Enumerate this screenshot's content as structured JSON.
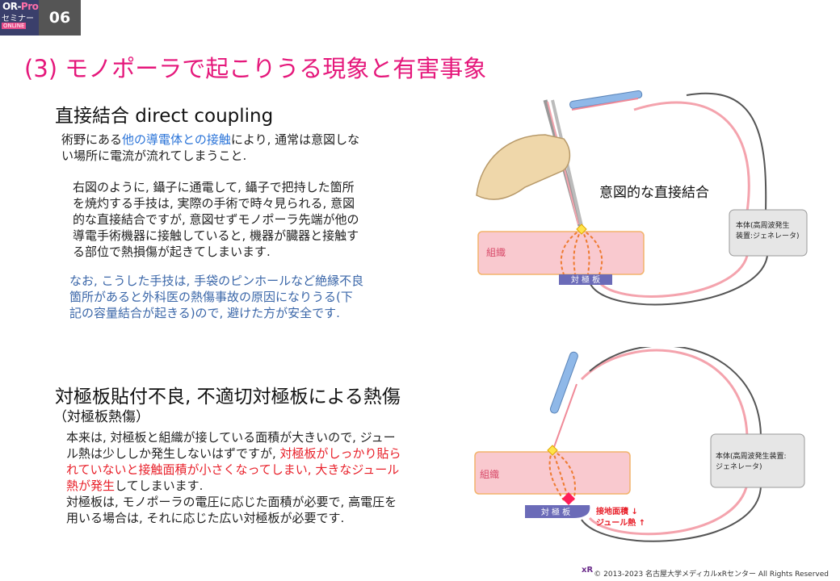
{
  "header": {
    "logo_line1_a": "OR-",
    "logo_line1_b": "Pro",
    "logo_line2": "セミナー",
    "logo_line3": "ONLINE",
    "slide_number": "06"
  },
  "title": "(3) モノポーラで起こりうる現象と有害事象",
  "section1": {
    "heading": "直接結合 direct coupling",
    "def_line1_pre": "術野にある",
    "def_line1_blue": "他の導電体との接触",
    "def_line1_post": "により, 通常は意図しな",
    "def_line2": "い場所に電流が流れてしまうこと.",
    "body": [
      "右図のように, 鑷子に通電して, 鑷子で把持した箇所",
      "を焼灼する手技は, 実際の手術で時々見られる, 意図",
      "的な直接結合ですが, 意図せずモノポーラ先端が他の",
      "導電手術機器に接触していると, 機器が臓器と接触す",
      "る部位で熱損傷が起きてしまいます."
    ],
    "note": [
      "なお, こうした手技は, 手袋のピンホールなど絶縁不良",
      "箇所があると外科医の熱傷事故の原因になりうる(下",
      "記の容量結合が起きる)ので, 避けた方が安全です."
    ]
  },
  "section2": {
    "heading": "対極板貼付不良, 不適切対極板による熱傷",
    "subheading": "（対極板熱傷）",
    "line1": "本来は, 対極板と組織が接している面積が大きいので, ジュー",
    "line2_pre": "ル熱は少ししか発生しないはずですが, ",
    "line2_red": "対極板がしっかり貼ら",
    "line3_red": "れていないと接触面積が小さくなってしまい, 大きなジュール",
    "line4_red": "熱が発生",
    "line4_post": "してしまいます.",
    "line5": "対極板は, モノポーラの電圧に応じた面積が必要で, 高電圧を",
    "line6": "用いる場合は, それに応じた広い対極板が必要です."
  },
  "diagram1": {
    "label_intent": "意図的な直接結合",
    "tissue": "組織",
    "plate": "対 極 板",
    "generator_line1": "本体(高周波発生",
    "generator_line2": "装置:ジェネレータ)"
  },
  "diagram2": {
    "tissue": "組織",
    "plate": "対 極 板",
    "generator_line1": "本体(高周波発生装置:",
    "generator_line2": "ジェネレータ)",
    "area_label": "接地面積 ↓",
    "joule_label": "ジュール熱 ↑"
  },
  "footer": {
    "icon_text": "xR",
    "copyright": "© 2013-2023  名古屋大学メディカルxRセンター    All Rights Reserved"
  },
  "colors": {
    "title": "#e5177b",
    "blue_text": "#2b74d8",
    "red_text": "#e8202a",
    "note_text": "#3a66a8",
    "tissue_fill": "#f9c9cf",
    "plate_fill": "#6b6bb8"
  }
}
